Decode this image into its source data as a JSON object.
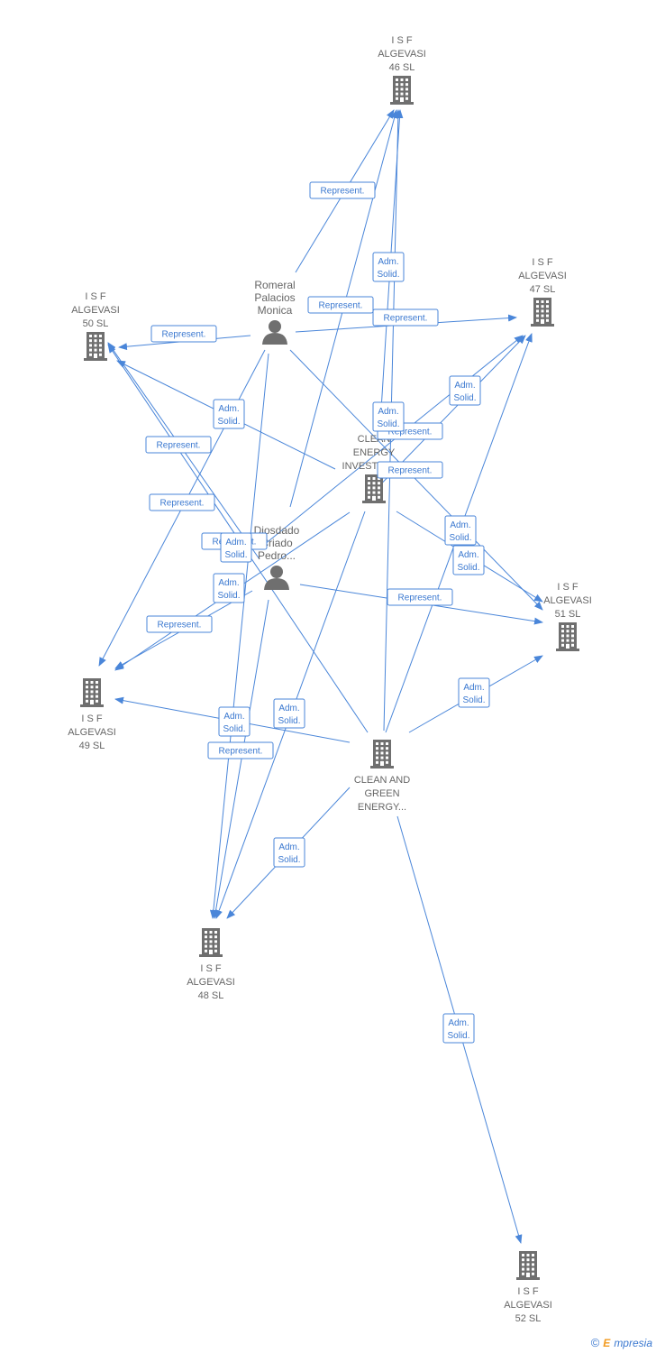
{
  "colors": {
    "edge": "#4a86d9",
    "label_text": "#3a78d0",
    "node_icon": "#6f6f6f",
    "node_text": "#666666"
  },
  "nodes": [
    {
      "id": "isf46",
      "type": "company",
      "lines": [
        "I S F",
        "ALGEVASI",
        "46 SL"
      ],
      "label_pos": "above"
    },
    {
      "id": "isf47",
      "type": "company",
      "lines": [
        "I S F",
        "ALGEVASI",
        "47 SL"
      ],
      "label_pos": "above"
    },
    {
      "id": "isf50",
      "type": "company",
      "lines": [
        "I S F",
        "ALGEVASI",
        "50 SL"
      ],
      "label_pos": "above"
    },
    {
      "id": "isf51",
      "type": "company",
      "lines": [
        "I S F",
        "ALGEVASI",
        "51 SL"
      ],
      "label_pos": "above"
    },
    {
      "id": "isf49",
      "type": "company",
      "lines": [
        "I S F",
        "ALGEVASI",
        "49 SL"
      ],
      "label_pos": "below"
    },
    {
      "id": "isf48",
      "type": "company",
      "lines": [
        "I S F",
        "ALGEVASI",
        "48 SL"
      ],
      "label_pos": "below"
    },
    {
      "id": "isf52",
      "type": "company",
      "lines": [
        "I S F",
        "ALGEVASI",
        "52 SL"
      ],
      "label_pos": "below"
    },
    {
      "id": "cgei",
      "type": "company",
      "lines": [
        "CLEAN",
        "ENERGY",
        "INVESTMENT"
      ],
      "label_pos": "above"
    },
    {
      "id": "cge",
      "type": "company",
      "lines": [
        "CLEAN AND",
        "GREEN",
        "ENERGY..."
      ],
      "label_pos": "below"
    },
    {
      "id": "romeral",
      "type": "person",
      "lines": [
        "Romeral",
        "Palacios",
        "Monica"
      ],
      "label_pos": "above"
    },
    {
      "id": "diosdado",
      "type": "person",
      "lines": [
        "Diosdado",
        "Criado",
        "Pedro..."
      ],
      "label_pos": "above"
    }
  ],
  "edges": [
    {
      "from": "romeral",
      "to": "isf46",
      "label": "Represent."
    },
    {
      "from": "romeral",
      "to": "isf50",
      "label": "Represent."
    },
    {
      "from": "romeral",
      "to": "isf47",
      "label": "Represent."
    },
    {
      "from": "romeral",
      "to": "isf49",
      "label": "Represent."
    },
    {
      "from": "romeral",
      "to": "isf51",
      "label": "Represent."
    },
    {
      "from": "romeral",
      "to": "isf48",
      "label": "Represent."
    },
    {
      "from": "cgei",
      "to": "isf46",
      "label": "Adm. Solid."
    },
    {
      "from": "cgei",
      "to": "isf47",
      "label": "Adm. Solid."
    },
    {
      "from": "cgei",
      "to": "isf50",
      "label": "Adm. Solid."
    },
    {
      "from": "cgei",
      "to": "isf51",
      "label": "Adm. Solid."
    },
    {
      "from": "cgei",
      "to": "isf49",
      "label": "Adm. Solid."
    },
    {
      "from": "cgei",
      "to": "isf48",
      "label": "Adm. Solid."
    },
    {
      "from": "diosdado",
      "to": "isf46",
      "label": "Represent."
    },
    {
      "from": "diosdado",
      "to": "isf47",
      "label": "Represent."
    },
    {
      "from": "diosdado",
      "to": "isf50",
      "label": "Represent."
    },
    {
      "from": "diosdado",
      "to": "isf51",
      "label": "Represent."
    },
    {
      "from": "diosdado",
      "to": "isf49",
      "label": "Represent."
    },
    {
      "from": "diosdado",
      "to": "isf48",
      "label": "Represent."
    },
    {
      "from": "cge",
      "to": "isf46",
      "label": "Adm. Solid."
    },
    {
      "from": "cge",
      "to": "isf47",
      "label": "Adm. Solid."
    },
    {
      "from": "cge",
      "to": "isf50",
      "label": "Adm. Solid."
    },
    {
      "from": "cge",
      "to": "isf51",
      "label": "Adm. Solid."
    },
    {
      "from": "cge",
      "to": "isf49",
      "label": "Adm. Solid."
    },
    {
      "from": "cge",
      "to": "isf48",
      "label": "Adm. Solid."
    },
    {
      "from": "cge",
      "to": "isf52",
      "label": "Adm. Solid."
    }
  ],
  "footer": {
    "copyright_symbol": "©",
    "brand_initial": "E",
    "brand_rest": "mpresia"
  }
}
